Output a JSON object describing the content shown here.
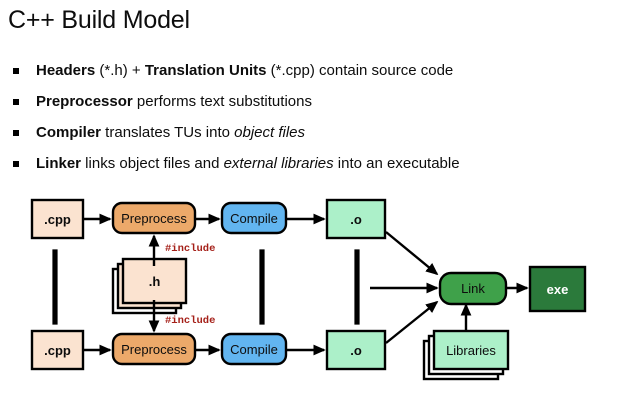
{
  "slide": {
    "title": "C++ Build Model",
    "bullets": [
      [
        {
          "t": "Headers",
          "s": "bold"
        },
        {
          "t": " (*.h) + ",
          "s": "normal"
        },
        {
          "t": "Translation Units",
          "s": "bold"
        },
        {
          "t": " (*.cpp) contain source code",
          "s": "normal"
        }
      ],
      [
        {
          "t": "Preprocessor",
          "s": "bold"
        },
        {
          "t": " performs text substitutions",
          "s": "normal"
        }
      ],
      [
        {
          "t": "Compiler",
          "s": "bold"
        },
        {
          "t": " translates TUs into ",
          "s": "normal"
        },
        {
          "t": "object files",
          "s": "italic"
        }
      ],
      [
        {
          "t": "Linker",
          "s": "bold"
        },
        {
          "t": " links object files and ",
          "s": "normal"
        },
        {
          "t": "external libraries",
          "s": "italic"
        },
        {
          "t": " into an executable",
          "s": "normal"
        }
      ]
    ],
    "bullet_marker": "square-bullet"
  },
  "diagram": {
    "name": "cpp-build-pipeline",
    "nodes": {
      "cpp_top": ".cpp",
      "cpp_bottom": ".cpp",
      "preprocess_top": "Preprocess",
      "preprocess_bottom": "Preprocess",
      "compile_top": "Compile",
      "compile_bottom": "Compile",
      "obj_top": ".o",
      "obj_bottom": ".o",
      "header_stack": ".h",
      "libraries_stack": "Libraries",
      "link": "Link",
      "exe": "exe"
    },
    "edge_labels": {
      "include_top": "#include",
      "include_bottom": "#include"
    },
    "ellipsis": [
      "vertical-dots-cpp",
      "vertical-dots-compile",
      "vertical-dots-obj"
    ],
    "colors": {
      "source_fill": "#fbe3d0",
      "preprocess_fill": "#eca96a",
      "compile_fill": "#62b5f0",
      "object_fill": "#acf0c9",
      "link_fill": "#3fa14a",
      "exe_fill": "#2b7a3b",
      "stroke": "#000000",
      "include_text": "#a52019",
      "exe_text": "#ffffff"
    }
  }
}
